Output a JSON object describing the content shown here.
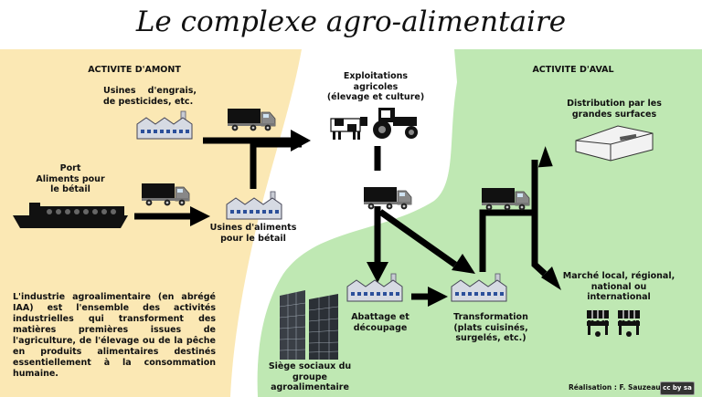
{
  "title": "Le complexe agro-alimentaire",
  "upstream_heading": "ACTIVITE D'AMONT",
  "downstream_heading": "ACTIVITE D'AVAL",
  "nodes": {
    "fertilizer_plants": "Usines d'engrais, de pesticides, etc.",
    "port": "Port\nAliments pour\nle bétail",
    "feed_plants": "Usines d'aliments\npour le bétail",
    "farms": "Exploitations\nagricoles\n(élevage et culture)",
    "slaughter": "Abattage et\ndécoupage",
    "processing": "Transformation\n(plats cuisinés,\nsurgelés, etc.)",
    "retail": "Distribution par les\ngrandes surfaces",
    "markets": "Marché local, régional,\nnational ou\ninternational",
    "headquarters": "Siège sociaux du\ngroupe\nagroalimentaire"
  },
  "definition": "L'industrie agroalimentaire (en abrégé IAA) est l'ensemble des activités industrielles qui transforment des matières premières issues de l'agriculture, de l'élevage ou de la pêche en produits alimentaires destinés essentiellement à la consommation humaine.",
  "credit": "Réalisation : F. Sauzeau",
  "license_badge": "cc by sa",
  "colors": {
    "upstream_zone": "#fbe8b4",
    "downstream_zone": "#bfe8b3",
    "arrow": "#000000"
  }
}
